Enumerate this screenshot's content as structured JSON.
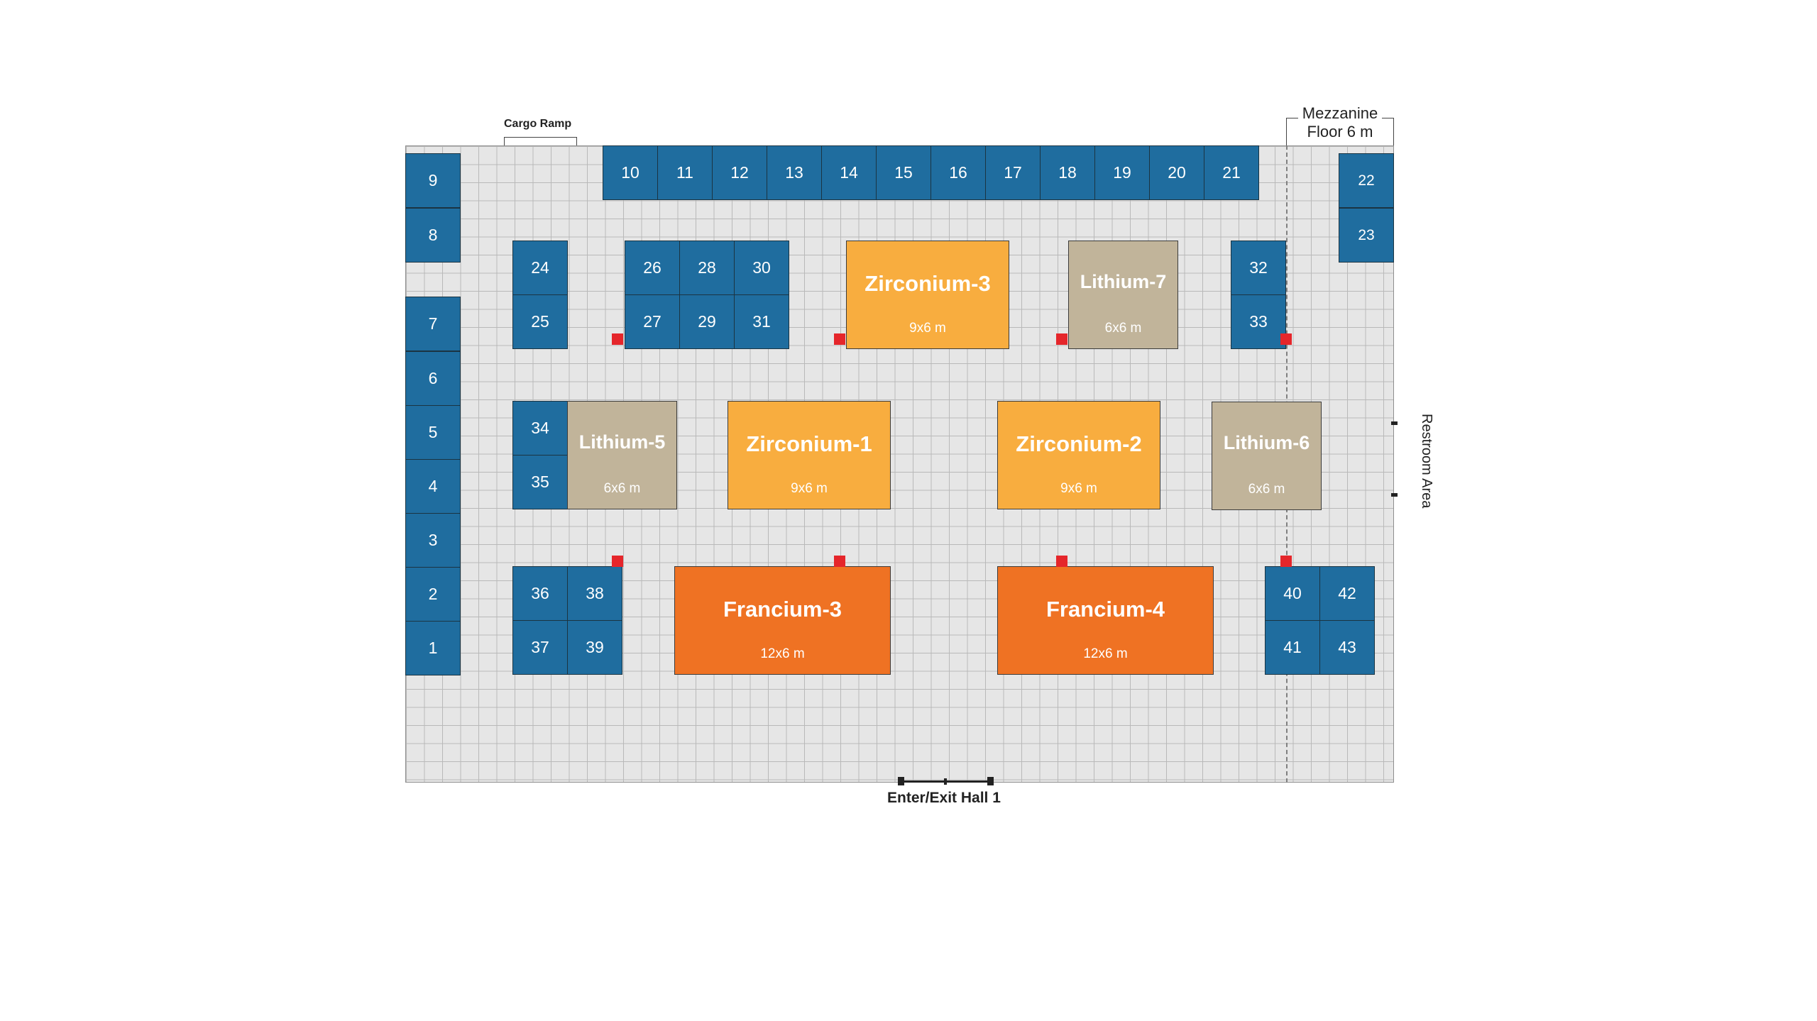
{
  "labels": {
    "cargo_ramp": "Cargo Ramp",
    "mezzanine_line1": "Mezzanine",
    "mezzanine_line2": "Floor 6 m",
    "restroom": "Restroom Area",
    "entrance": "Enter/Exit Hall 1"
  },
  "colors": {
    "small_booth": "#1f6d9f",
    "zirconium": "#f8ad3f",
    "lithium": "#c1b49a",
    "francium": "#ef7223",
    "marker": "#e5262b",
    "floor": "#e6e6e6"
  },
  "booths": {
    "b1": "1",
    "b2": "2",
    "b3": "3",
    "b4": "4",
    "b5": "5",
    "b6": "6",
    "b7": "7",
    "b8": "8",
    "b9": "9",
    "b10": "10",
    "b11": "11",
    "b12": "12",
    "b13": "13",
    "b14": "14",
    "b15": "15",
    "b16": "16",
    "b17": "17",
    "b18": "18",
    "b19": "19",
    "b20": "20",
    "b21": "21",
    "b22": "22",
    "b23": "23",
    "b24": "24",
    "b25": "25",
    "b26": "26",
    "b27": "27",
    "b28": "28",
    "b29": "29",
    "b30": "30",
    "b31": "31",
    "b32": "32",
    "b33": "33",
    "b34": "34",
    "b35": "35",
    "b36": "36",
    "b37": "37",
    "b38": "38",
    "b39": "39",
    "b40": "40",
    "b41": "41",
    "b42": "42",
    "b43": "43"
  },
  "pavilions": {
    "zirconium3": {
      "name": "Zirconium-3",
      "size": "9x6  m"
    },
    "lithium7": {
      "name": "Lithium-7",
      "size": "6x6 m"
    },
    "lithium5": {
      "name": "Lithium-5",
      "size": "6x6 m"
    },
    "zirconium1": {
      "name": "Zirconium-1",
      "size": "9x6  m"
    },
    "zirconium2": {
      "name": "Zirconium-2",
      "size": "9x6  m"
    },
    "lithium6": {
      "name": "Lithium-6",
      "size": "6x6 m"
    },
    "francium3": {
      "name": "Francium-3",
      "size": "12x6 m"
    },
    "francium4": {
      "name": "Francium-4",
      "size": "12x6 m"
    }
  }
}
